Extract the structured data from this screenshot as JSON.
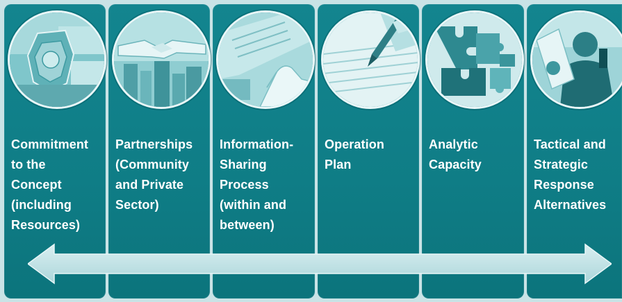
{
  "stages": [
    {
      "icon": "police-badge-icon",
      "lines": [
        "Commitment",
        "to the",
        "Concept",
        "(including",
        "Resources)"
      ]
    },
    {
      "icon": "handshake-icon",
      "lines": [
        "Partnerships",
        "(Community",
        "and Private",
        "Sector)"
      ]
    },
    {
      "icon": "touchscreen-hand-icon",
      "lines": [
        "Information-",
        "Sharing",
        "Process",
        "(within and",
        "between)"
      ]
    },
    {
      "icon": "pen-writing-icon",
      "lines": [
        "Operation",
        "Plan"
      ]
    },
    {
      "icon": "puzzle-pieces-icon",
      "lines": [
        "Analytic",
        "Capacity"
      ]
    },
    {
      "icon": "officer-radio-icon",
      "lines": [
        "Tactical and",
        "Strategic",
        "Response",
        "Alternatives"
      ]
    }
  ],
  "colors": {
    "panel": "#0f7d86",
    "background": "#c9e3e6",
    "arrow": "#c3e3e6",
    "text": "#ffffff"
  }
}
